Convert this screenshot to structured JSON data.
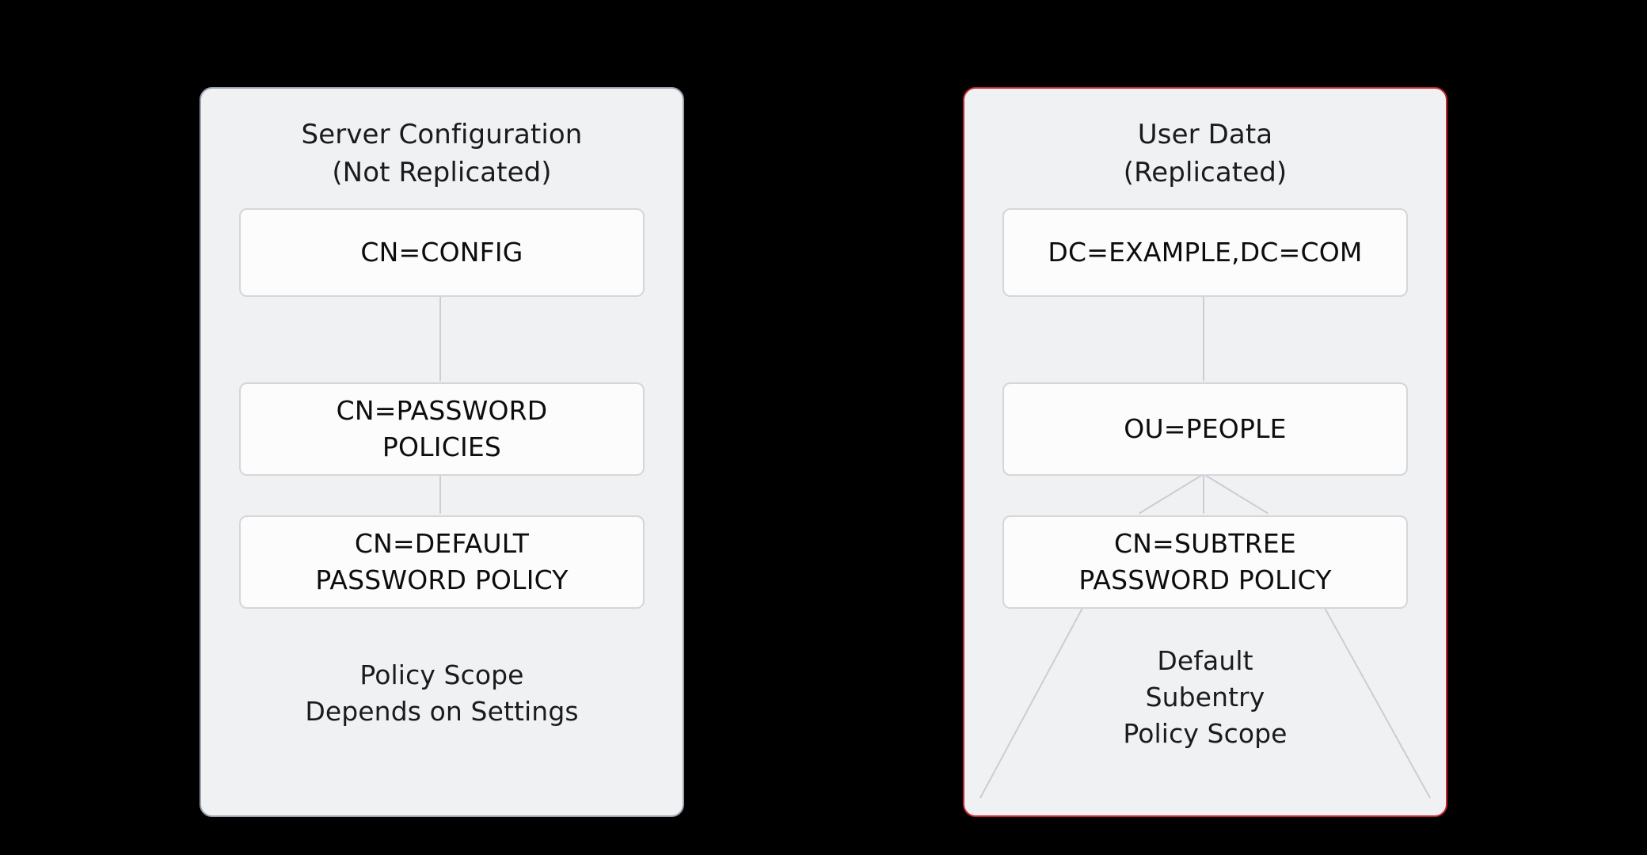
{
  "diagram": {
    "background_color": "#000000",
    "panels": [
      {
        "id": "server-configuration",
        "title": "Server Configuration\n(Not Replicated)",
        "border_color": "#9aa4b0",
        "fill_color": "#f0f1f3",
        "nodes": [
          {
            "id": "cn-config",
            "label": "CN=CONFIG"
          },
          {
            "id": "cn-password-policies",
            "label": "CN=PASSWORD\nPOLICIES"
          },
          {
            "id": "cn-default-password-policy",
            "label": "CN=DEFAULT\nPASSWORD POLICY"
          }
        ],
        "footnote": "Policy Scope\nDepends on Settings"
      },
      {
        "id": "user-data",
        "title": "User Data\n(Replicated)",
        "border_color": "#c0282d",
        "fill_color": "#f0f1f3",
        "nodes": [
          {
            "id": "dc-example-dc-com",
            "label": "DC=EXAMPLE,DC=COM"
          },
          {
            "id": "ou-people",
            "label": "OU=PEOPLE"
          },
          {
            "id": "cn-subtree-password-policy",
            "label": "CN=SUBTREE\nPASSWORD POLICY"
          }
        ],
        "footnote": "Default\nSubentry\nPolicy Scope"
      }
    ],
    "edge_color": "#cbcdd1",
    "node_fill_color": "#fcfcfc",
    "node_border_color": "#d4d6d9"
  }
}
